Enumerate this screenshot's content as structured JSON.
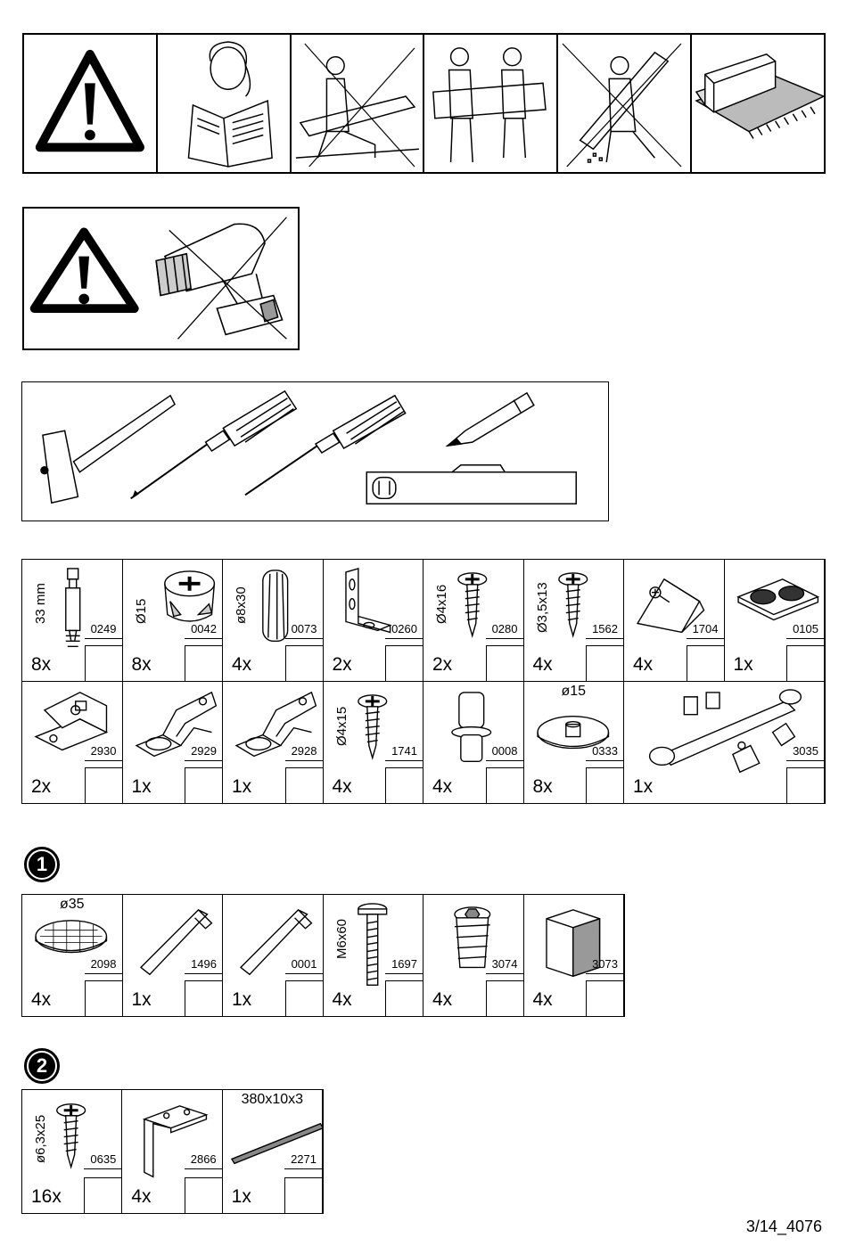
{
  "parts_row1": [
    {
      "code": "0249",
      "qty": "8x",
      "dim": "33 mm",
      "dimv": true,
      "icon": "cam-bolt-icon"
    },
    {
      "code": "0042",
      "qty": "8x",
      "dim": "Ø15",
      "dimv": true,
      "icon": "cam-lock-icon"
    },
    {
      "code": "0073",
      "qty": "4x",
      "dim": "ø8x30",
      "dimv": true,
      "icon": "wood-dowel-icon"
    },
    {
      "code": "0260",
      "qty": "2x",
      "dim": "",
      "dimv": false,
      "icon": "angle-bracket-icon"
    },
    {
      "code": "0280",
      "qty": "2x",
      "dim": "Ø4x16",
      "dimv": true,
      "icon": "screw-icon"
    },
    {
      "code": "1562",
      "qty": "4x",
      "dim": "Ø3,5x13",
      "dimv": true,
      "icon": "screw-icon"
    },
    {
      "code": "1704",
      "qty": "4x",
      "dim": "",
      "dimv": false,
      "icon": "corner-block-icon"
    },
    {
      "code": "0105",
      "qty": "1x",
      "dim": "",
      "dimv": false,
      "icon": "felt-pads-icon"
    }
  ],
  "parts_row2": [
    {
      "code": "2930",
      "qty": "2x",
      "dim": "",
      "icon": "hinge-plate-icon"
    },
    {
      "code": "2929",
      "qty": "1x",
      "dim": "",
      "icon": "hinge-icon"
    },
    {
      "code": "2928",
      "qty": "1x",
      "dim": "",
      "icon": "hinge-icon"
    },
    {
      "code": "1741",
      "qty": "4x",
      "dim": "Ø4x15",
      "dimv": true,
      "icon": "screw-icon"
    },
    {
      "code": "0008",
      "qty": "4x",
      "dim": "",
      "icon": "shelf-pin-icon"
    },
    {
      "code": "0333",
      "qty": "8x",
      "dim": "ø15",
      "dimv": false,
      "icon": "cover-cap-icon"
    },
    {
      "code": "3035",
      "qty": "1x",
      "dim": "",
      "icon": "gas-strut-icon"
    }
  ],
  "step1": {
    "number": "1",
    "parts": [
      {
        "code": "2098",
        "qty": "4x",
        "dim": "ø35",
        "dimv": false,
        "icon": "felt-disc-icon"
      },
      {
        "code": "1496",
        "qty": "1x",
        "dim": "",
        "icon": "allen-key-icon"
      },
      {
        "code": "0001",
        "qty": "1x",
        "dim": "",
        "icon": "allen-key-icon"
      },
      {
        "code": "1697",
        "qty": "4x",
        "dim": "M6x60",
        "dimv": true,
        "icon": "bolt-icon"
      },
      {
        "code": "3074",
        "qty": "4x",
        "dim": "",
        "icon": "threaded-insert-icon"
      },
      {
        "code": "3073",
        "qty": "4x",
        "dim": "",
        "icon": "wooden-foot-icon"
      }
    ]
  },
  "step2": {
    "number": "2",
    "parts": [
      {
        "code": "0635",
        "qty": "16x",
        "dim": "ø6,3x25",
        "dimv": true,
        "icon": "screw-icon"
      },
      {
        "code": "2866",
        "qty": "4x",
        "dim": "",
        "icon": "l-bracket-icon"
      },
      {
        "code": "2271",
        "qty": "1x",
        "dim": "380x10x3",
        "dimv": false,
        "icon": "strip-icon"
      }
    ]
  },
  "footer": "3/14_4076"
}
